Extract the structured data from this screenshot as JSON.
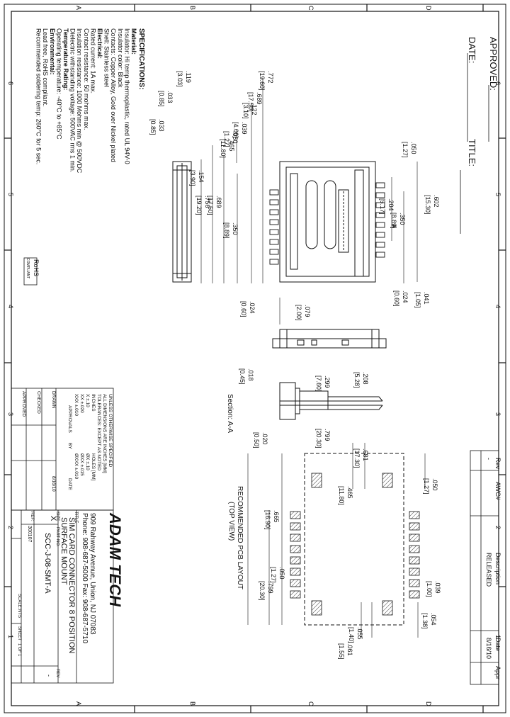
{
  "border": {
    "zones_rows": [
      "A",
      "B",
      "C",
      "D"
    ],
    "zones_cols": [
      "6",
      "5",
      "4",
      "3",
      "2",
      "1"
    ]
  },
  "approval": {
    "approved": "APPROVED:",
    "date": "DATE:",
    "title": "TITLE:"
  },
  "specifications": {
    "heading": "SPECIFICATIONS:",
    "lines": [
      "Material:",
      "Insulator: Hi temp thermoplastic, rated UL 94V-0",
      "Insulator color: Black",
      "Contacts: Copper Alloy, Gold over Nickel plated",
      "Shell: Stainless steel",
      "Electrical:",
      "Rated current: 1A max.",
      "Contact resistance: 50 mohms max.",
      "Insulation resistance: 1000 Mohms min @ 500VDC",
      "Dielectric withstanding voltage: 500VAC rms 1 min.",
      "Temperature Rating:",
      "Operating temperature: -40°C to +85°C",
      "Environmental:",
      "Lead free, RoHS compliant.",
      "Recommended soldering temp: 260°C for 5 sec."
    ],
    "rohs": "RoHS",
    "rohs_sub": "COMPLIANT"
  },
  "top_view_dims": [
    ".772",
    "[19.60]",
    ".689",
    "[17.50]",
    ".039",
    "[4.00]",
    ".465",
    "[11.80]",
    ".122",
    "[3.10]",
    ".050",
    "[1.27]",
    ".050",
    "[1.27]",
    ".154",
    "[3.90]",
    ".119",
    "[3.03]",
    ".033",
    "[0.85]",
    ".033",
    "[0.85]",
    ".689",
    "[17.50]",
    ".756",
    "[19.20]",
    ".350",
    "[8.89]",
    ".602",
    "[15.30]",
    ".350",
    "[8.89]",
    ".204",
    "[5.17]",
    ".024",
    "[0.60]",
    ".041",
    "[1.05]",
    ".079",
    "[2.00]",
    ".024",
    "[0.60]",
    "A"
  ],
  "section": {
    "label": "Section: A-A",
    "dims": [
      ".018",
      "[0.45]",
      ".299",
      "[7.60]",
      ".208",
      "[5.28]",
      ".020",
      "[0.50]"
    ]
  },
  "pcb": {
    "caption": "RECOMMENDED PCB LAYOUT",
    "caption2": "(TOP VIEW)",
    "dims": [
      ".799",
      "[20.30]",
      ".681",
      "[17.30]",
      ".465",
      "[11.80]",
      ".050",
      "[1.27]",
      ".665",
      "[16.90]",
      ".050",
      "[1.27]",
      ".799",
      "[20.30]",
      ".039",
      "[1.00]",
      ".054",
      "[1.38]",
      ".055",
      "[1.40]",
      ".061",
      "[1.55]"
    ]
  },
  "revision": {
    "headers": [
      "Rev",
      "AWC#",
      "Description",
      "Date",
      "Appr"
    ],
    "row": [
      "-",
      "",
      "RELEASED",
      "8/16/10",
      ""
    ]
  },
  "tolerances": {
    "lines": [
      "UNLESS OTHERWISE SPECIFIED",
      "ALL DIMENSIONS ARE INCHES [MM]",
      "TOLERANCES: EXCEPT AS NOTED",
      "INCHES",
      "X  ±.10",
      "XX  ±.020",
      "XXX  ±.010"
    ],
    "holes": [
      "HOLES [MM]",
      "ØX  ±.10",
      "ØXX  ±.015",
      "ØXXX  ±.010"
    ],
    "approvals": "APPROVALS",
    "rows": [
      "DRAWN",
      "CHECKED",
      "APPROVED"
    ],
    "by": "BY",
    "date_h": "DATE",
    "drawn_date": "8/16/10"
  },
  "titleblock": {
    "company": "ADAM TECH",
    "address": "909 Rahway Avenue, Union, NJ 07083",
    "phone": "Phone: 908-687-5000  Fax: 908-687-5710",
    "title_label": "TITLE",
    "title1": "SIM CARD CONNECTOR 8 POSITION",
    "title2": "SURFACE MOUNT",
    "size_label": "SIZE",
    "size": "X",
    "part_label": "PART NO.",
    "part": "SCC-J-08-SMT-A",
    "rev_label": "REV",
    "rev": "-",
    "ref_label": "REF:",
    "ref": "300107",
    "scale_label": "SCALE:",
    "scale": "NTS",
    "sheet_label": "SHEET",
    "sheet": "1 OF 1"
  }
}
